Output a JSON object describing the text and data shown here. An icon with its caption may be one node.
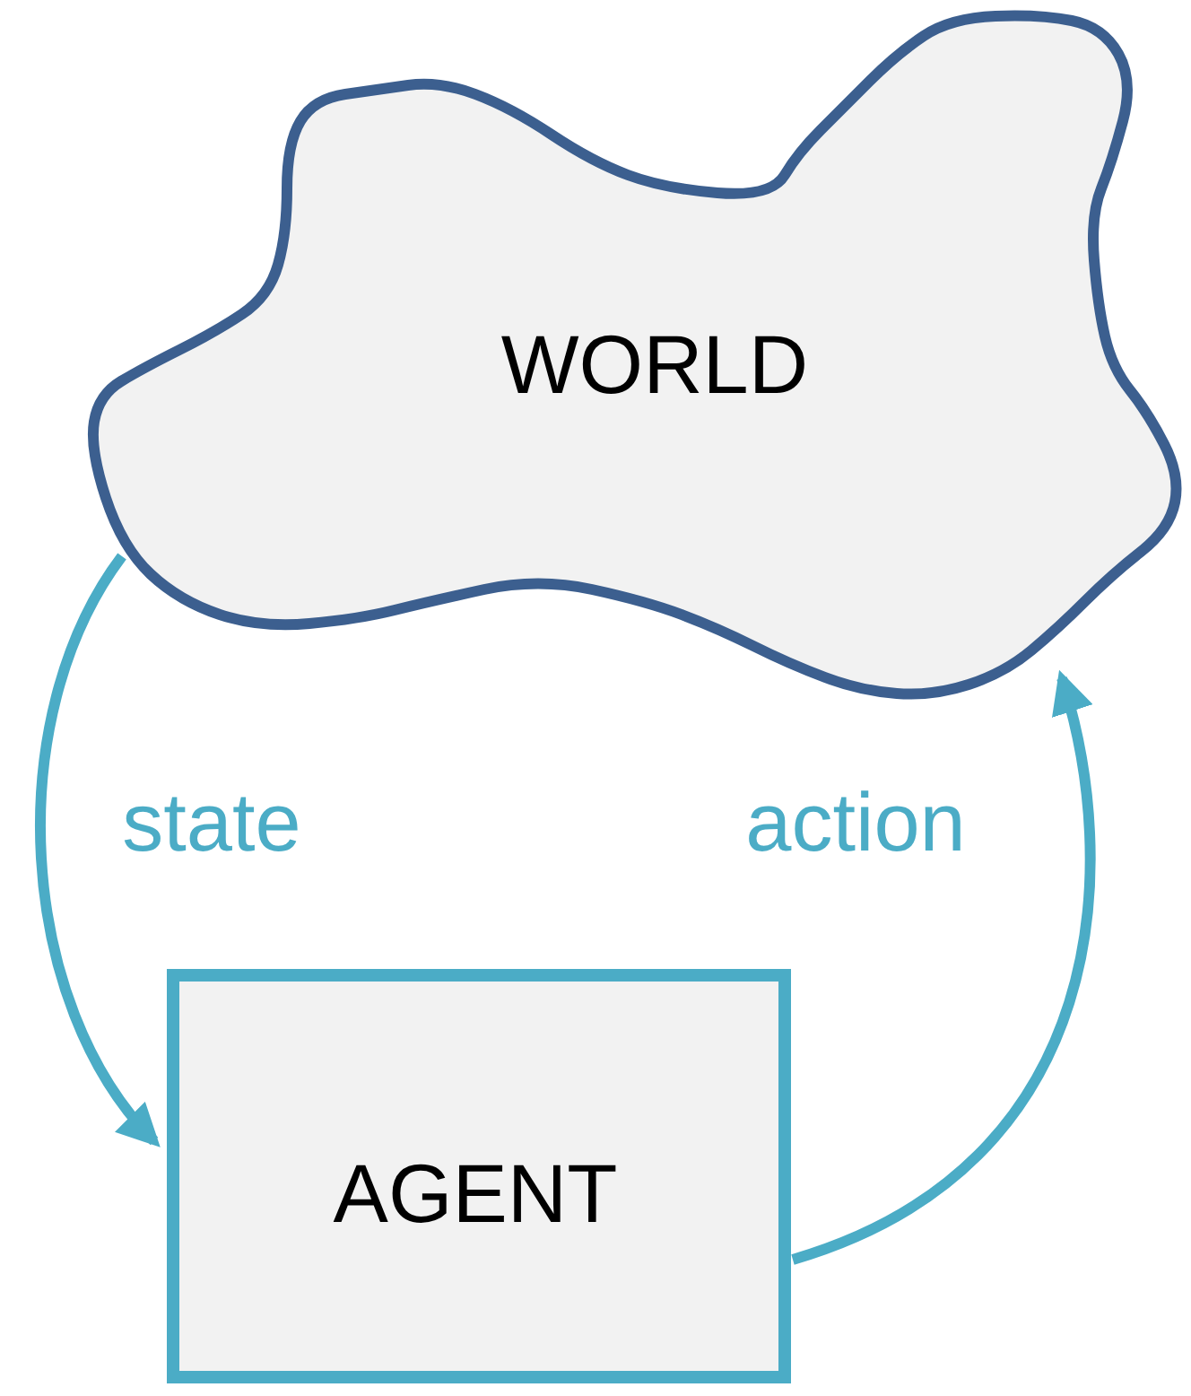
{
  "diagram": {
    "nodes": [
      {
        "text": [
          "WORLD"
        ]
      },
      {
        "text": [
          "AGENT"
        ]
      }
    ],
    "edges": [
      {
        "from": 0,
        "to": 1,
        "arrow": "to",
        "label": "state"
      },
      {
        "from": 1,
        "to": 0,
        "arrow": "to",
        "label": "action"
      }
    ]
  }
}
